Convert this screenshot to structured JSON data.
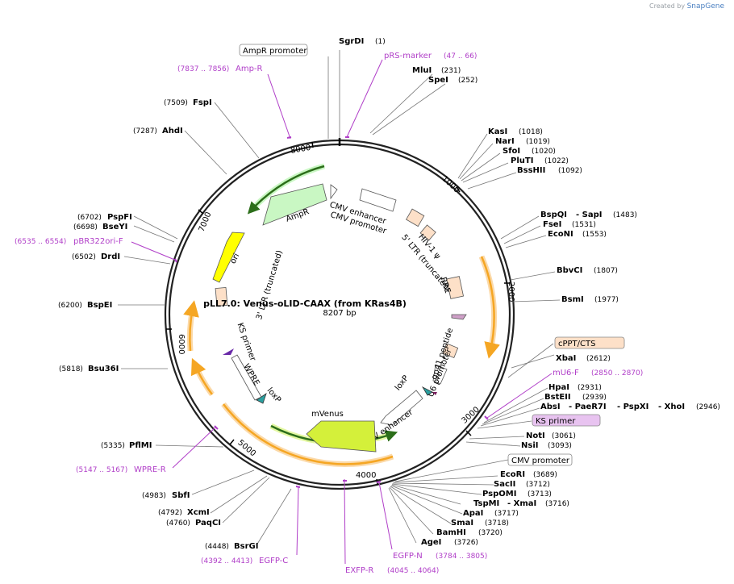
{
  "credit": {
    "prefix": "Created by",
    "brand": "SnapGene"
  },
  "plasmid": {
    "name": "pLL7.0: Venus-oLID-CAAX (from KRas4B)",
    "length_label": "8207 bp"
  },
  "ticks": [
    "1000",
    "2000",
    "3000",
    "4000",
    "5000",
    "6000",
    "7000",
    "8000"
  ],
  "enzymes": [
    {
      "name": "SgrDI",
      "pos": "(1)"
    },
    {
      "name": "MluI",
      "pos": "(231)"
    },
    {
      "name": "SpeI",
      "pos": "(252)"
    },
    {
      "name": "KasI",
      "pos": "(1018)"
    },
    {
      "name": "NarI",
      "pos": "(1019)"
    },
    {
      "name": "SfoI",
      "pos": "(1020)"
    },
    {
      "name": "PluTI",
      "pos": "(1022)"
    },
    {
      "name": "BssHII",
      "pos": "(1092)"
    },
    {
      "name": "BspQI",
      "pos": ""
    },
    {
      "name": "- SapI",
      "pos": "(1483)"
    },
    {
      "name": "FseI",
      "pos": "(1531)"
    },
    {
      "name": "EcoNI",
      "pos": "(1553)"
    },
    {
      "name": "BbvCI",
      "pos": "(1807)"
    },
    {
      "name": "BsmI",
      "pos": "(1977)"
    },
    {
      "name": "XbaI",
      "pos": "(2612)"
    },
    {
      "name": "HpaI",
      "pos": "(2931)"
    },
    {
      "name": "BstEII",
      "pos": "(2939)"
    },
    {
      "name": "AbsI",
      "pos": ""
    },
    {
      "name": "- PaeR7I",
      "pos": ""
    },
    {
      "name": "- PspXI",
      "pos": ""
    },
    {
      "name": "- XhoI",
      "pos": "(2946)"
    },
    {
      "name": "NotI",
      "pos": "(3061)"
    },
    {
      "name": "NsiI",
      "pos": "(3093)"
    },
    {
      "name": "EcoRI",
      "pos": "(3689)"
    },
    {
      "name": "SacII",
      "pos": "(3712)"
    },
    {
      "name": "PspOMI",
      "pos": "(3713)"
    },
    {
      "name": "TspMI",
      "pos": ""
    },
    {
      "name": "- XmaI",
      "pos": "(3716)"
    },
    {
      "name": "ApaI",
      "pos": "(3717)"
    },
    {
      "name": "SmaI",
      "pos": "(3718)"
    },
    {
      "name": "BamHI",
      "pos": "(3720)"
    },
    {
      "name": "AgeI",
      "pos": "(3726)"
    },
    {
      "name": "BsrGI",
      "pos": "(4448)"
    },
    {
      "name": "PaqCI",
      "pos": "(4760)"
    },
    {
      "name": "XcmI",
      "pos": "(4792)"
    },
    {
      "name": "SbfI",
      "pos": "(4983)"
    },
    {
      "name": "PflMI",
      "pos": "(5335)"
    },
    {
      "name": "Bsu36I",
      "pos": "(5818)"
    },
    {
      "name": "BspEI",
      "pos": "(6200)"
    },
    {
      "name": "DrdI",
      "pos": "(6502)"
    },
    {
      "name": "BseYI",
      "pos": "(6698)"
    },
    {
      "name": "PspFI",
      "pos": "(6702)"
    },
    {
      "name": "AhdI",
      "pos": "(7287)"
    },
    {
      "name": "FspI",
      "pos": "(7509)"
    }
  ],
  "primers": [
    {
      "name": "pRS-marker",
      "range": "(47 .. 66)"
    },
    {
      "name": "Amp-R",
      "range": "(7837 .. 7856)"
    },
    {
      "name": "pBR322ori-F",
      "range": "(6535 .. 6554)"
    },
    {
      "name": "mU6-F",
      "range": "(2850 .. 2870)"
    },
    {
      "name": "WPRE-R",
      "range": "(5147 .. 5167)"
    },
    {
      "name": "EGFP-C",
      "range": "(4392 .. 4413)"
    },
    {
      "name": "EXFP-R",
      "range": "(4045 .. 4064)"
    },
    {
      "name": "EGFP-N",
      "range": "(3784 .. 3805)"
    }
  ],
  "boxed_labels": [
    "AmpR promoter",
    "cPPT/CTS",
    "KS primer",
    "CMV promoter"
  ],
  "features": {
    "ampr": "AmpR",
    "ori": "ori",
    "ltr3": "3' LTR (truncated)",
    "ltr5": "5' LTR (truncated)",
    "cmv_enh_top": "CMV enhancer",
    "cmv_prom_top": "CMV promoter",
    "hiv": "HIV-1 ψ",
    "rre": "RRE",
    "gp41": "gp41 peptide",
    "u6": "U6 promoter",
    "loxp_r": "loxP",
    "cmv_enh_bot": "CMV enhancer",
    "mvenus": "mVenus",
    "loxp_l": "loxP",
    "wpre": "WPRE",
    "ks_inner": "KS primer"
  },
  "colors": {
    "primer": "#b03ec8",
    "ampr_fill": "#c9f7c3",
    "ori_fill": "#ffff00",
    "orf_arrow": "#f5a623",
    "venus_fill": "#d4f03a",
    "misc_fill": "#fde0c8"
  }
}
